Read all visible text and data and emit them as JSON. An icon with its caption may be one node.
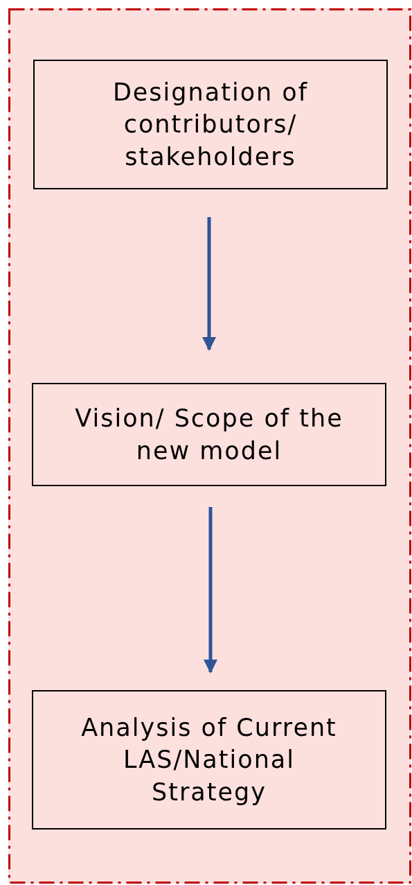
{
  "diagram": {
    "nodes": [
      {
        "text": [],
        "shape": "box"
      },
      {
        "text": [
          "Designation of contributors/ stakeholders"
        ],
        "in": 0
      },
      {
        "text": [
          "Vision/ Scope of the new model"
        ],
        "in": 0
      },
      {
        "text": [
          "Analysis of Current LAS/National Strategy"
        ],
        "in": 0
      }
    ],
    "edges": [
      {
        "from": 1,
        "to": 2,
        "arrow": "to"
      },
      {
        "from": 2,
        "to": 3,
        "arrow": "to"
      }
    ]
  }
}
